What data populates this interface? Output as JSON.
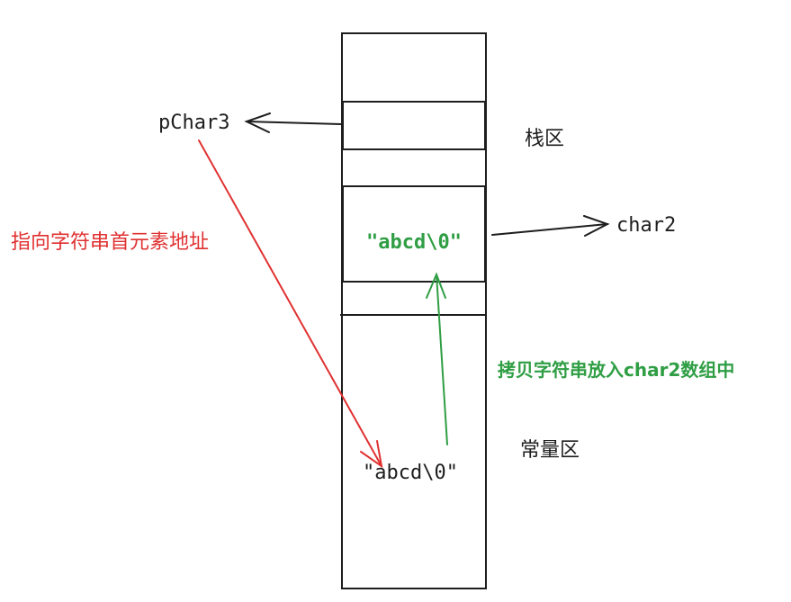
{
  "labels": {
    "pchar3": "pChar3",
    "char2": "char2",
    "stack_region": "栈区",
    "const_region": "常量区",
    "pointer_note": "指向字符串首元素地址",
    "copy_note": "拷贝字符串放入char2数组中",
    "stack_string": "\"abcd\\0\"",
    "const_string": "\"abcd\\0\""
  },
  "colors": {
    "line": "#1e1e1e",
    "pointer": "#e03131",
    "copy": "#2f9e44"
  }
}
